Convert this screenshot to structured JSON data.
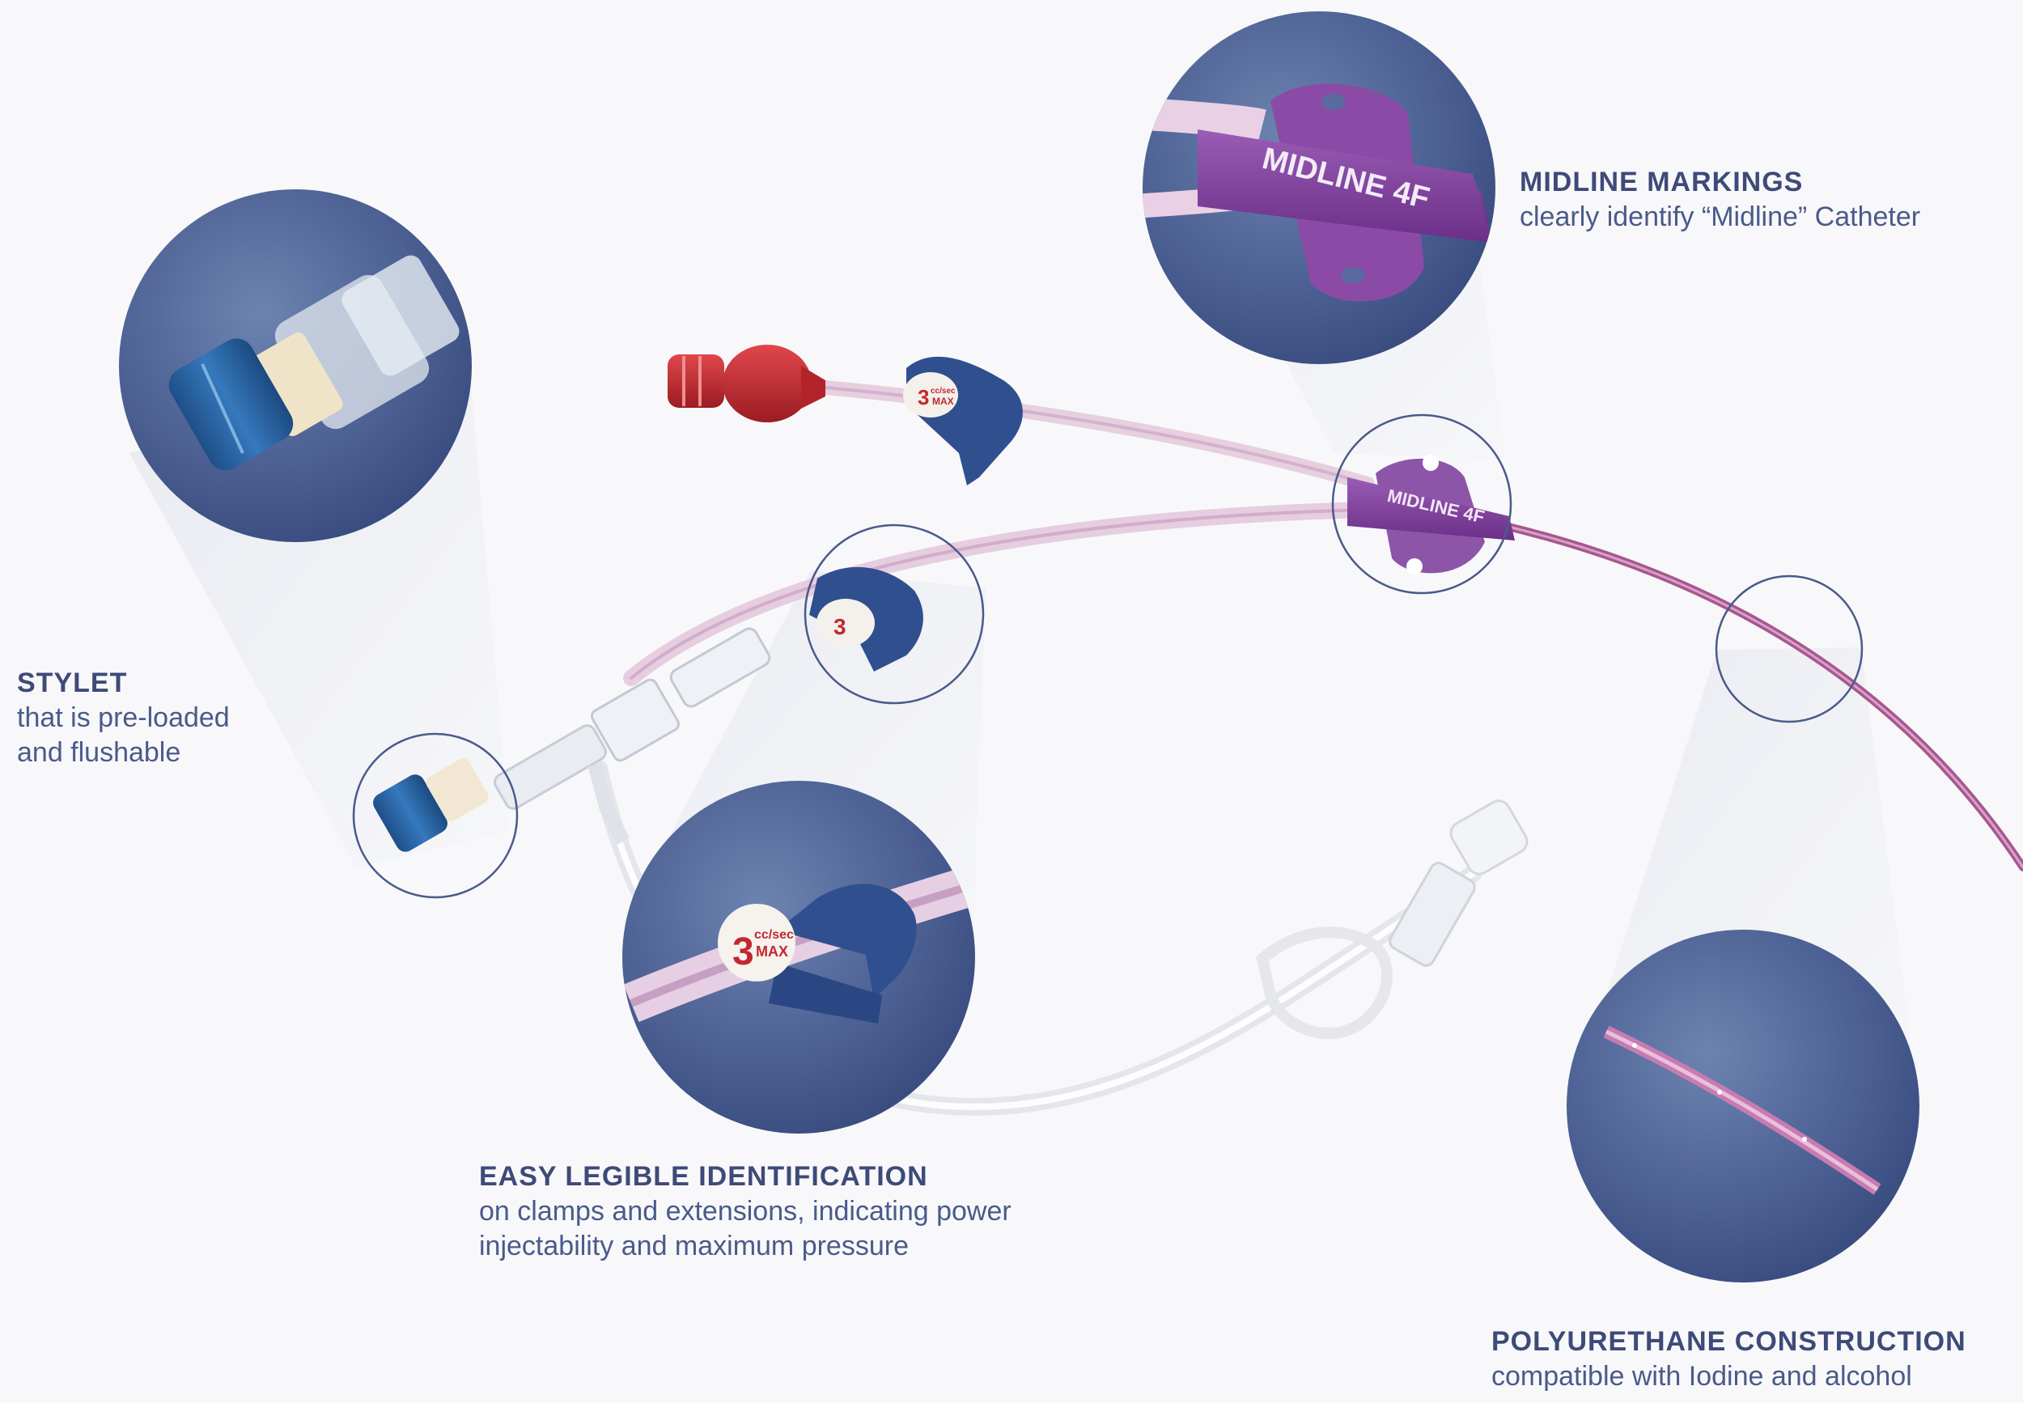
{
  "features": {
    "stylet": {
      "title": "STYLET",
      "description": "that is pre-loaded\nand flushable"
    },
    "midline_markings": {
      "title": "MIDLINE MARKINGS",
      "description": "clearly identify “Midline” Catheter"
    },
    "identification": {
      "title": "EASY LEGIBLE IDENTIFICATION",
      "description": "on clamps and extensions, indicating power\ninjectability and maximum pressure"
    },
    "polyurethane": {
      "title": "POLYURETHANE CONSTRUCTION",
      "description": "compatible with Iodine and alcohol"
    }
  },
  "product_labels": {
    "hub_marking": "MIDLINE 4F",
    "clamp_number": "3",
    "clamp_rate": "cc/sec",
    "clamp_max": "MAX"
  },
  "colors": {
    "background": "#f8f8fa",
    "circle_navy": "#3f5384",
    "text_navy": "#3e4a78",
    "hub_purple": "#7a3f97",
    "red_hub": "#c2282e",
    "clamp_blue": "#2f4f8f",
    "stylet_blue": "#2b66a6",
    "catheter_pink": "#b46ea2"
  }
}
